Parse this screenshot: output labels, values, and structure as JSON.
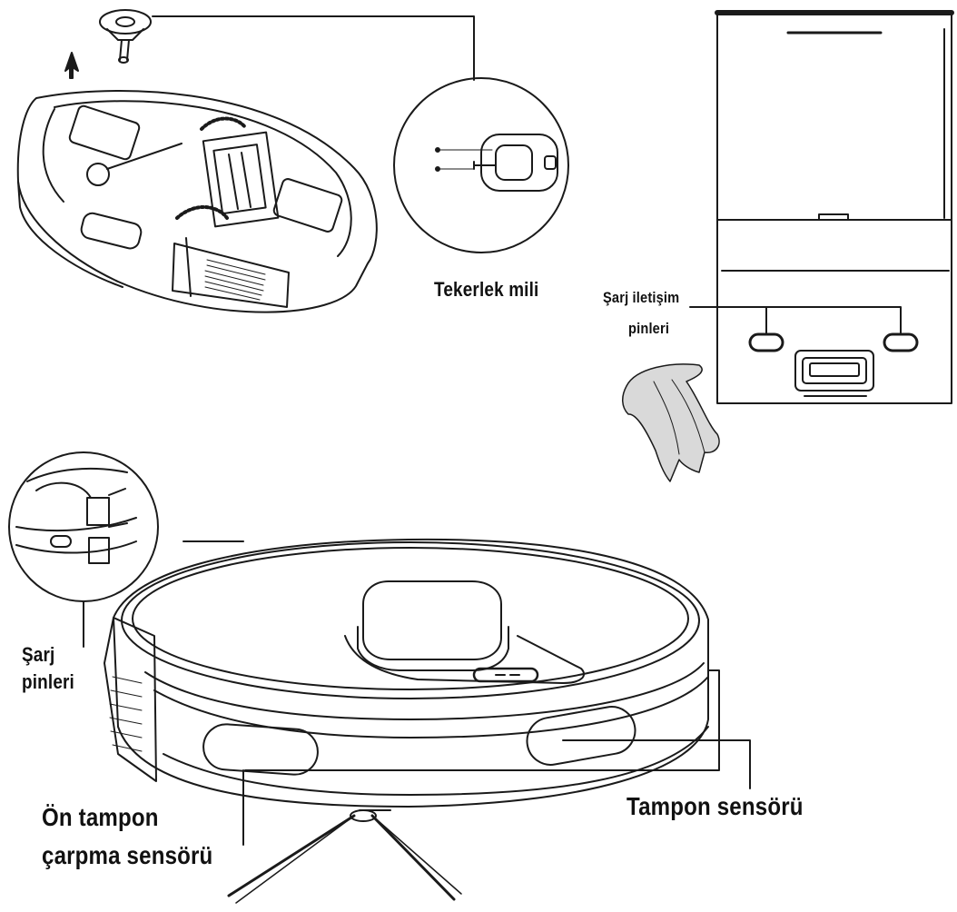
{
  "labels": {
    "wheel_axle": "Tekerlek mili",
    "charging_contact_pins_line1": "Şarj iletişim",
    "charging_contact_pins_line2": "pinleri",
    "charging_pins_line1": "Şarj",
    "charging_pins_line2": "pinleri",
    "front_bumper_line1": "Ön tampon",
    "front_bumper_line2": "çarpma sensörü",
    "bumper_sensor": "Tampon sensörü"
  },
  "colors": {
    "line": "#1a1a1a",
    "text": "#111111",
    "background": "#ffffff",
    "cloth_fill": "#d9d9d9"
  }
}
